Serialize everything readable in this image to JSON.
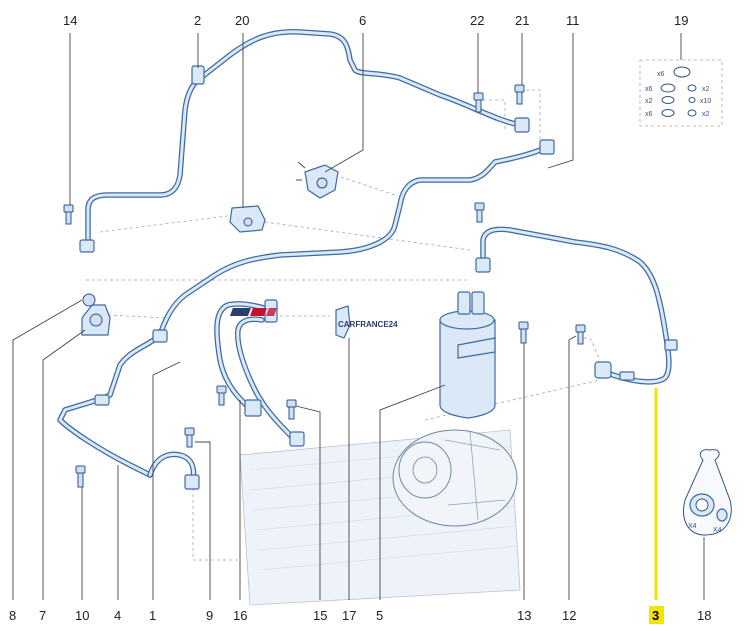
{
  "callouts": [
    {
      "id": "c14",
      "label": "14"
    },
    {
      "id": "c2",
      "label": "2"
    },
    {
      "id": "c20",
      "label": "20"
    },
    {
      "id": "c6",
      "label": "6"
    },
    {
      "id": "c22",
      "label": "22"
    },
    {
      "id": "c21",
      "label": "21"
    },
    {
      "id": "c11",
      "label": "11"
    },
    {
      "id": "c19",
      "label": "19"
    },
    {
      "id": "c8",
      "label": "8"
    },
    {
      "id": "c7",
      "label": "7"
    },
    {
      "id": "c10",
      "label": "10"
    },
    {
      "id": "c4",
      "label": "4"
    },
    {
      "id": "c1",
      "label": "1"
    },
    {
      "id": "c9",
      "label": "9"
    },
    {
      "id": "c16",
      "label": "16"
    },
    {
      "id": "c15",
      "label": "15"
    },
    {
      "id": "c17",
      "label": "17"
    },
    {
      "id": "c5",
      "label": "5"
    },
    {
      "id": "c13",
      "label": "13"
    },
    {
      "id": "c12",
      "label": "12"
    },
    {
      "id": "c3",
      "label": "3",
      "highlighted": true
    },
    {
      "id": "c18",
      "label": "18"
    }
  ],
  "seal_kit": {
    "quantities": [
      "x6",
      "x6",
      "x2",
      "x2",
      "x10",
      "x6",
      "x2"
    ]
  },
  "part18_quantities": [
    "X4",
    "X4"
  ],
  "logo": {
    "text": "CARFRANCE24"
  },
  "colors": {
    "pipe": "#3e6aa3",
    "pipe_fill": "#dbe8f7",
    "highlight": "#f2e600",
    "leader": "#444444"
  }
}
